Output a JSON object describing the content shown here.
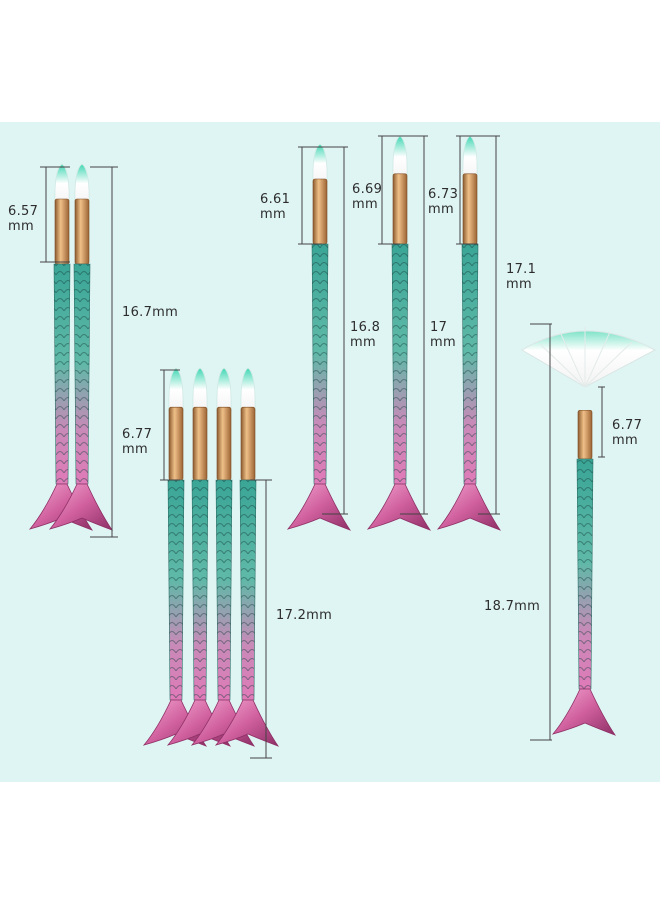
{
  "colors": {
    "panel_background": "#dff5f3",
    "bristle_tip": "#3fd6b3",
    "ferrule": "#c9874f",
    "handle_top": "#3aa596",
    "handle_bottom": "#e07ab8",
    "tail": "#d0609e"
  },
  "labels": {
    "set1_head": "6.57\nmm",
    "set1_total": "16.7mm",
    "set2_head": "6.77\nmm",
    "set2_total": "17.2mm",
    "brush_a_head": "6.61\nmm",
    "brush_a_total": "16.8\nmm",
    "brush_b_head": "6.69\nmm",
    "brush_b_total": "17\nmm",
    "brush_c_head": "6.73\nmm",
    "brush_c_total": "17.1\nmm",
    "fan_head": "6.77\nmm",
    "fan_total": "18.7mm"
  }
}
